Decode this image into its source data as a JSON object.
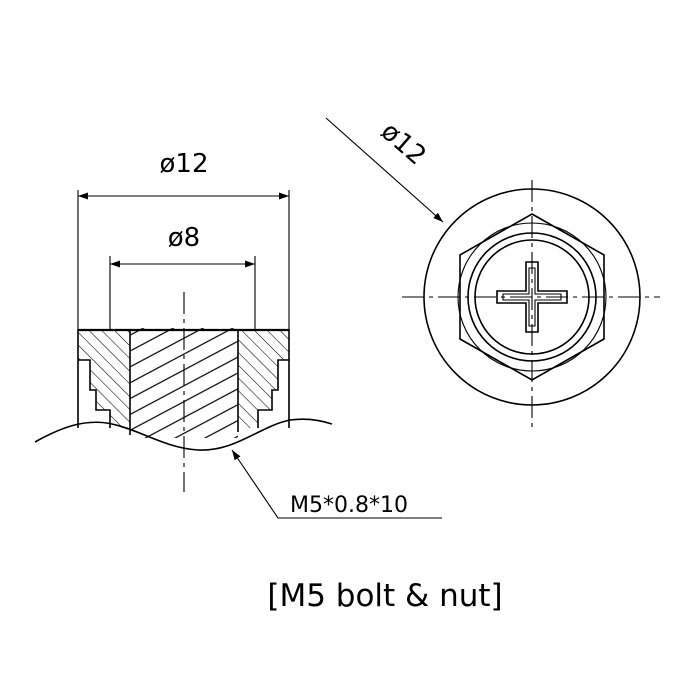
{
  "diagram": {
    "dim_outer_section": "ø12",
    "dim_inner_section": "ø8",
    "dim_outer_front": "ø12",
    "thread_spec": "M5*0.8*10",
    "caption": "[M5 bolt & nut]"
  },
  "colors": {
    "line": "#000000",
    "background": "#ffffff"
  }
}
